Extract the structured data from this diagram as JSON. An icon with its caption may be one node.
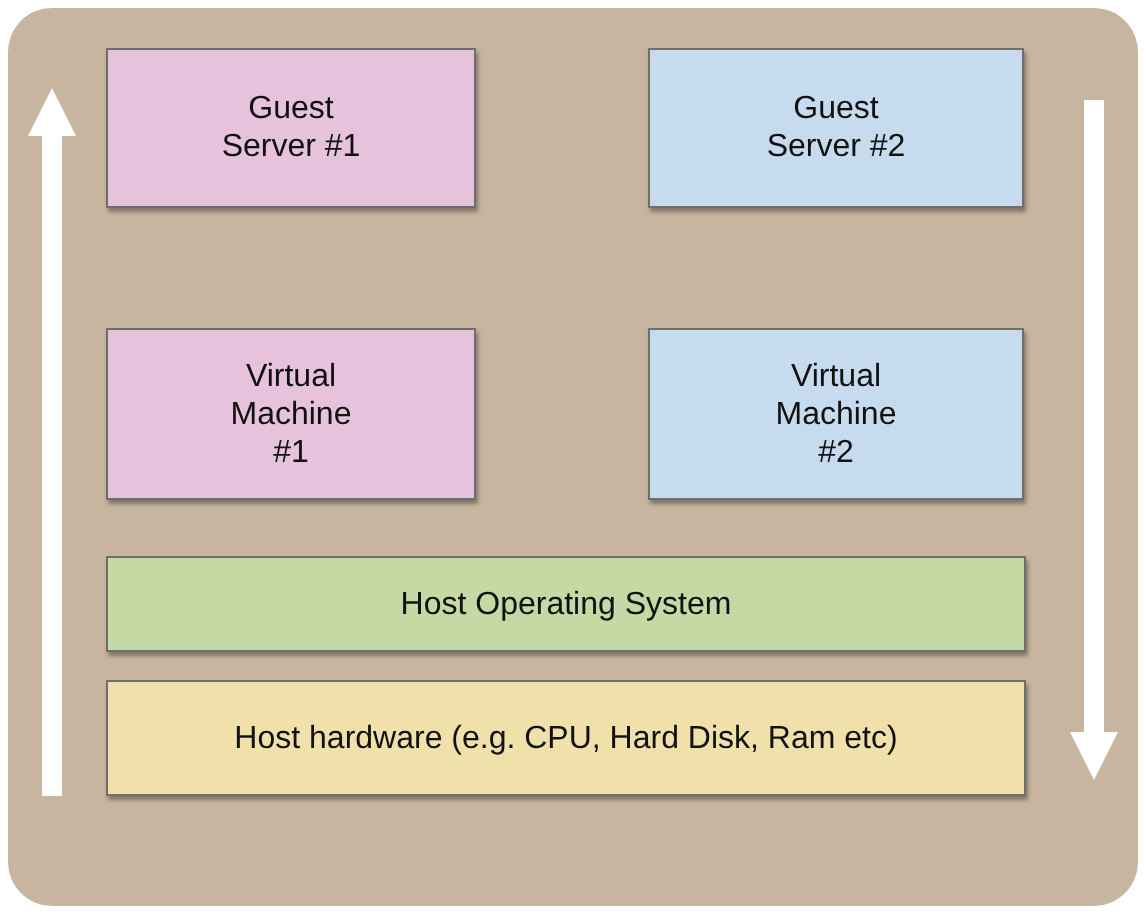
{
  "diagram": {
    "nodes": [
      {
        "text": [
          "Guest Server #1"
        ]
      },
      {
        "text": [
          "Guest Server #2"
        ]
      },
      {
        "text": [
          "Virtual Machine #1"
        ]
      },
      {
        "text": [
          "Virtual Machine #2"
        ]
      },
      {
        "text": [
          "Host Operating System"
        ]
      },
      {
        "text": [
          "Host hardware (e.g. CPU, Hard Disk, Ram etc)"
        ]
      }
    ]
  }
}
